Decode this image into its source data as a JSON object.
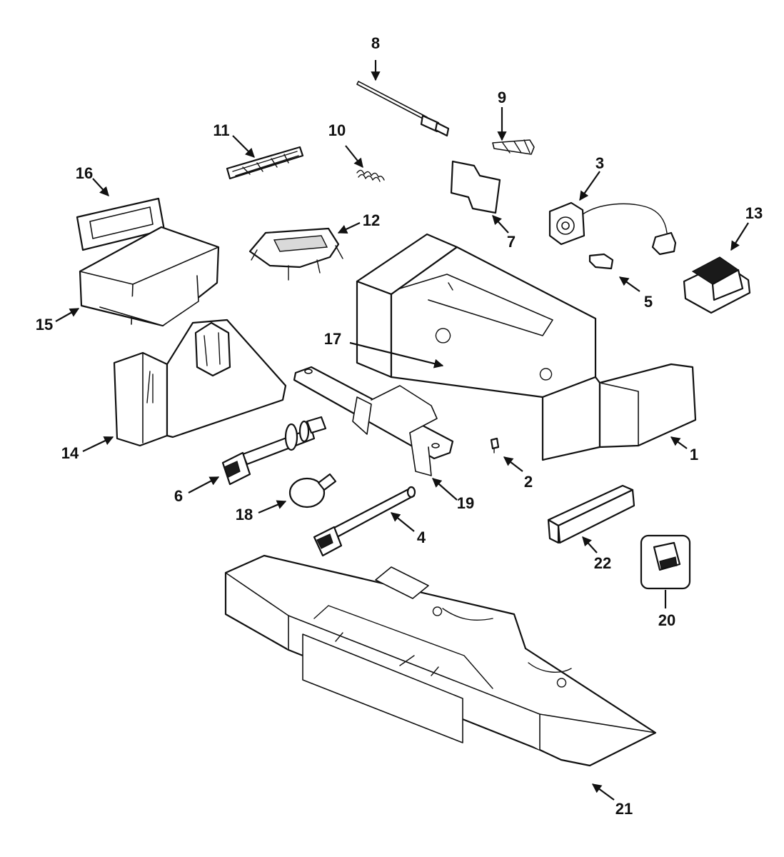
{
  "callouts": {
    "c1": "1",
    "c2": "2",
    "c3": "3",
    "c4": "4",
    "c5": "5",
    "c6": "6",
    "c7": "7",
    "c8": "8",
    "c9": "9",
    "c10": "10",
    "c11": "11",
    "c12": "12",
    "c13": "13",
    "c14": "14",
    "c15": "15",
    "c16": "16",
    "c17": "17",
    "c18": "18",
    "c19": "19",
    "c20": "20",
    "c21": "21",
    "c22": "22"
  },
  "colors": {
    "line": "#111111",
    "fill": "#ffffff",
    "background": "#ffffff"
  }
}
